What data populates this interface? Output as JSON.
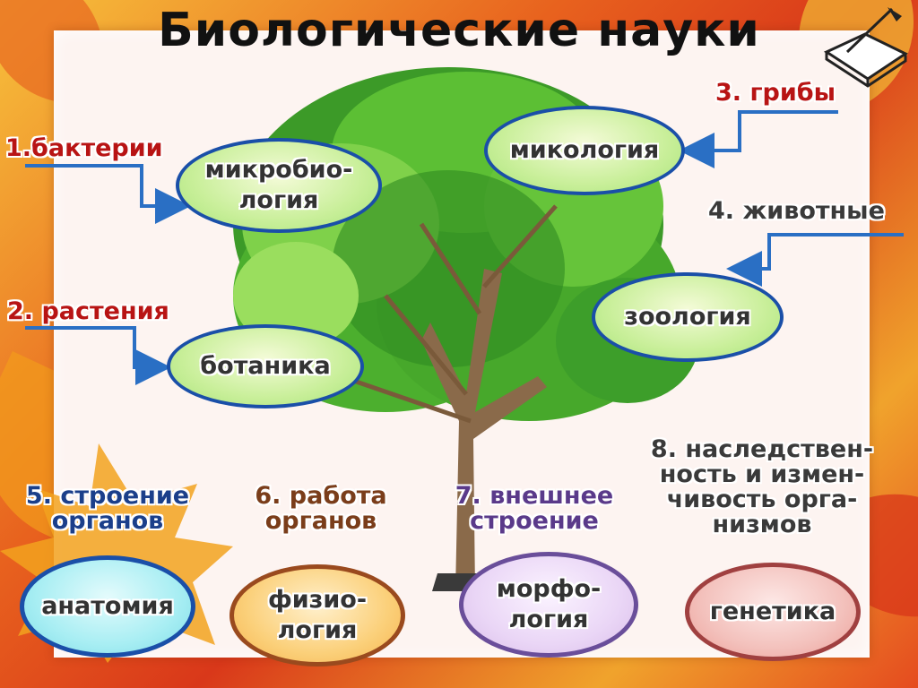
{
  "title": "Биологические науки",
  "colors": {
    "dark_red": "#b81414",
    "dark_blue": "#1b3f8a",
    "dark_gray": "#3a3a3a",
    "arrow": "#2a6fc4"
  },
  "sciences": [
    {
      "number_label": "1.бактерии",
      "science_lines": [
        "микробио-",
        "логия"
      ]
    },
    {
      "number_label": "2. растения",
      "science_lines": [
        "ботаника"
      ]
    },
    {
      "number_label": "3. грибы",
      "science_lines": [
        "микология"
      ]
    },
    {
      "number_label": "4. животные",
      "science_lines": [
        "зоология"
      ]
    },
    {
      "number_label_lines": [
        "5. строение",
        "органов"
      ],
      "science_lines": [
        "анатомия"
      ]
    },
    {
      "number_label_lines": [
        "6. работа",
        "органов"
      ],
      "science_lines": [
        "физио-",
        "логия"
      ]
    },
    {
      "number_label_lines": [
        "7. внешнее",
        "строение"
      ],
      "science_lines": [
        "морфо-",
        "логия"
      ]
    },
    {
      "number_label_lines": [
        "8. наследствен-",
        "ность и измен-",
        "чивость орга-",
        "низмов"
      ],
      "science_lines": [
        "генетика"
      ]
    }
  ],
  "icons": [
    "tree-illustration",
    "book-quill-icon",
    "autumn-leaf-icon"
  ]
}
